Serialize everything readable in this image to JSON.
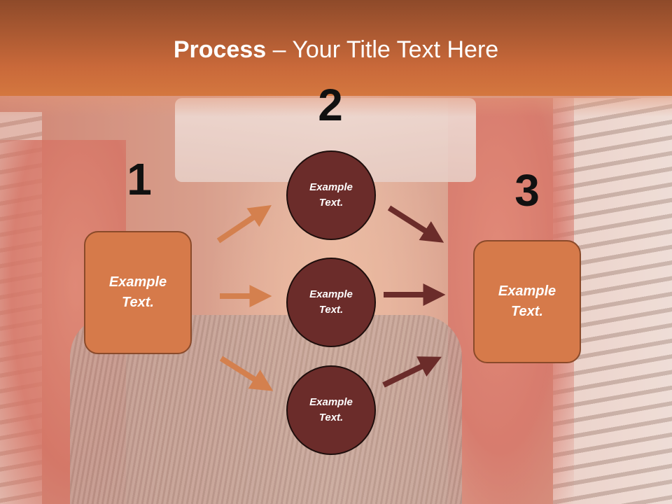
{
  "header": {
    "title_bold": "Process",
    "title_rest": " – Your Title Text Here"
  },
  "steps": {
    "num1": "1",
    "num2": "2",
    "num3": "3"
  },
  "boxes": {
    "left_line1": "Example",
    "left_line2": "Text.",
    "right_line1": "Example",
    "right_line2": "Text."
  },
  "circles": [
    {
      "line1": "Example",
      "line2": "Text."
    },
    {
      "line1": "Example",
      "line2": "Text."
    },
    {
      "line1": "Example",
      "line2": "Text."
    }
  ],
  "colors": {
    "header": "#c9693a",
    "box_fill": "#d67a4a",
    "circle_fill": "#6b2c2a",
    "arrow_light": "#d4804e",
    "arrow_dark": "#6b2c2a"
  }
}
